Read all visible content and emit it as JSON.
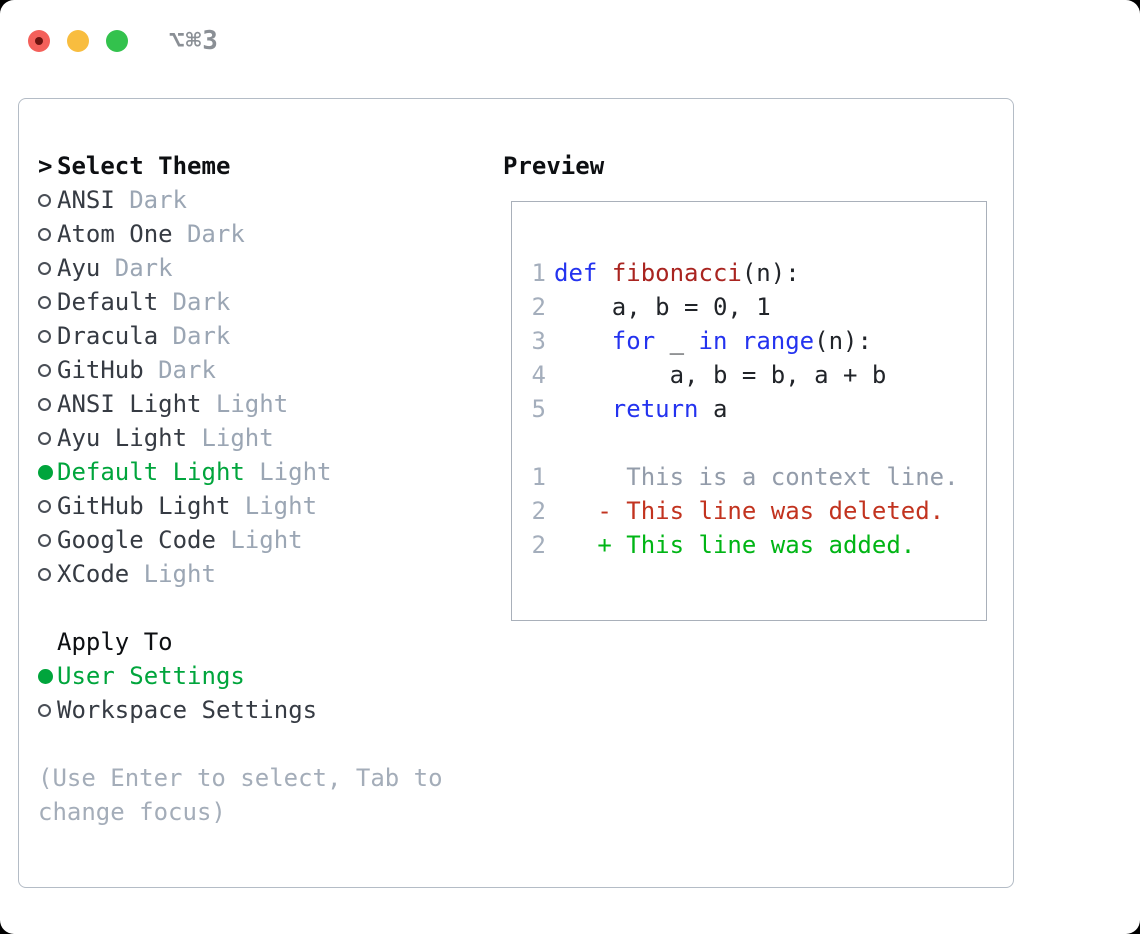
{
  "window": {
    "title": "⌥⌘3"
  },
  "traffic_lights": [
    {
      "name": "close",
      "color": "#f4605a",
      "inner_dot": "#6d1410"
    },
    {
      "name": "minimize",
      "color": "#f8bd3f",
      "inner_dot": null
    },
    {
      "name": "zoom",
      "color": "#33c24d",
      "inner_dot": null
    }
  ],
  "palette": {
    "border_main": "#b4bcc6",
    "border_preview": "#a9b0ba",
    "header": "#0d0f12",
    "item": "#363b43",
    "tag": "#9ba6b4",
    "hint": "#a4adb9",
    "green": "#00a53c",
    "ring": "#4a4f57",
    "title_gray": "#8a8f95",
    "lnum": "#a4aebc"
  },
  "theme_picker": {
    "prompt": ">",
    "title": "Select Theme",
    "items": [
      {
        "name": "ANSI",
        "tag": "Dark",
        "selected": false
      },
      {
        "name": "Atom One",
        "tag": "Dark",
        "selected": false
      },
      {
        "name": "Ayu",
        "tag": "Dark",
        "selected": false
      },
      {
        "name": "Default",
        "tag": "Dark",
        "selected": false
      },
      {
        "name": "Dracula",
        "tag": "Dark",
        "selected": false
      },
      {
        "name": "GitHub",
        "tag": "Dark",
        "selected": false
      },
      {
        "name": "ANSI Light",
        "tag": "Light",
        "selected": false
      },
      {
        "name": "Ayu Light",
        "tag": "Light",
        "selected": false
      },
      {
        "name": "Default Light",
        "tag": "Light",
        "selected": true
      },
      {
        "name": "GitHub Light",
        "tag": "Light",
        "selected": false
      },
      {
        "name": "Google Code",
        "tag": "Light",
        "selected": false
      },
      {
        "name": "XCode",
        "tag": "Light",
        "selected": false
      }
    ]
  },
  "apply_to": {
    "title": "Apply To",
    "options": [
      {
        "label": "User Settings",
        "selected": true
      },
      {
        "label": "Workspace Settings",
        "selected": false
      }
    ]
  },
  "hint": "(Use Enter to select, Tab to change focus)",
  "preview": {
    "title": "Preview",
    "token_colors": {
      "kw": "#2433ef",
      "fn": "#a92420",
      "plain": "#212429",
      "ctx": "#939caa",
      "del": "#c2331f",
      "add": "#00b515"
    },
    "lines": [
      {
        "num": "1",
        "tokens": [
          [
            "kw",
            "def"
          ],
          [
            "plain",
            " "
          ],
          [
            "fn",
            "fibonacci"
          ],
          [
            "plain",
            "(n):"
          ]
        ]
      },
      {
        "num": "2",
        "tokens": [
          [
            "plain",
            "    a, b = 0, 1"
          ]
        ]
      },
      {
        "num": "3",
        "tokens": [
          [
            "plain",
            "    "
          ],
          [
            "kw",
            "for"
          ],
          [
            "plain",
            " _ "
          ],
          [
            "kw",
            "in"
          ],
          [
            "plain",
            " "
          ],
          [
            "kw",
            "range"
          ],
          [
            "plain",
            "(n):"
          ]
        ]
      },
      {
        "num": "4",
        "tokens": [
          [
            "plain",
            "        a, b = b, a + b"
          ]
        ]
      },
      {
        "num": "5",
        "tokens": [
          [
            "plain",
            "    "
          ],
          [
            "kw",
            "return"
          ],
          [
            "plain",
            " a"
          ]
        ]
      },
      {
        "num": "",
        "tokens": []
      },
      {
        "num": "1",
        "tokens": [
          [
            "ctx",
            "     This is a context line."
          ]
        ]
      },
      {
        "num": "2",
        "tokens": [
          [
            "del",
            "   - This line was deleted."
          ]
        ]
      },
      {
        "num": "2",
        "tokens": [
          [
            "add",
            "   + This line was added."
          ]
        ]
      }
    ]
  }
}
